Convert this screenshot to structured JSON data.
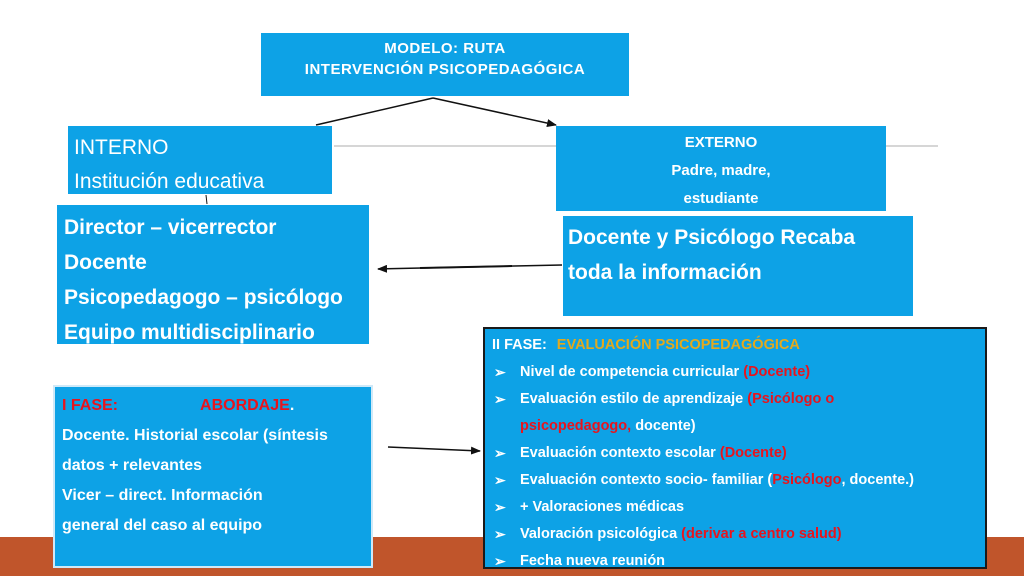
{
  "title": {
    "line1": "MODELO: RUTA",
    "line2": "INTERVENCIÓN  PSICOPEDAGÓGICA"
  },
  "interno": {
    "line1": "INTERNO",
    "line2": "Institución educativa"
  },
  "externo": {
    "line1": "EXTERNO",
    "line2": "Padre, madre,",
    "line3": "estudiante"
  },
  "roles": [
    "Director – vicerrector",
    "Docente",
    "Psicopedagogo – psicólogo",
    "Equipo multidisciplinario"
  ],
  "info": {
    "line1": "Docente y Psicólogo Recaba",
    "line2": "toda la información"
  },
  "fase1": {
    "label": "I FASE:",
    "name": "ABORDAJE",
    "period": ".",
    "lines": [
      "Docente.  Historial escolar (síntesis",
      "datos +  relevantes",
      "Vicer – direct.  Información",
      "general del caso al equipo"
    ]
  },
  "fase2": {
    "label": "II FASE:",
    "name": "EVALUACIÓN PSICOPEDAGÓGICA",
    "items": [
      {
        "text": "Nivel de competencia curricular ",
        "highlight": "(Docente)"
      },
      {
        "text": "Evaluación estilo  de aprendizaje ",
        "highlight": "(Psicólogo o",
        "cont_highlight": "psicopedagogo,",
        "cont_text": " docente)"
      },
      {
        "text": "Evaluación contexto escolar ",
        "highlight": "(Docente)"
      },
      {
        "text": "Evaluación contexto  socio- familiar (",
        "highlight": "Psicólogo",
        "tail": ", docente.)"
      },
      {
        "text": "+ Valoraciones médicas"
      },
      {
        "text": "Valoración psicológica ",
        "highlight": "(derivar  a centro salud)"
      },
      {
        "text": "Fecha nueva reunión"
      }
    ]
  },
  "colors": {
    "box_fill": "#0da2e6",
    "accent_red": "#e8141d",
    "accent_gold": "#e3a91d",
    "bottom_bar": "#c0552b"
  },
  "icons": {
    "bullet": "arrowhead-bullet-icon"
  }
}
